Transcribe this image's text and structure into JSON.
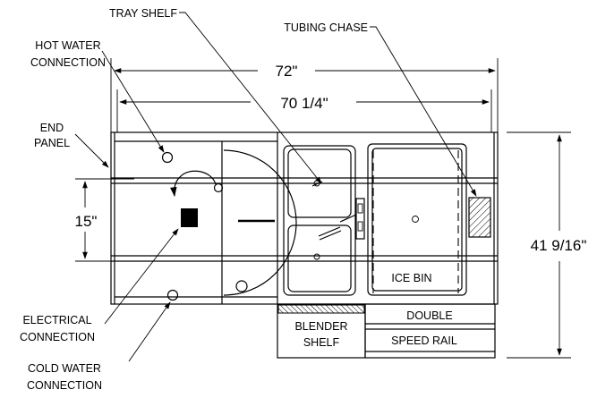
{
  "callouts": {
    "tray_shelf": "TRAY SHELF",
    "tubing_chase": "TUBING CHASE",
    "hot_water_line1": "HOT WATER",
    "hot_water_line2": "CONNECTION",
    "end_panel_line1": "END",
    "end_panel_line2": "PANEL",
    "electrical_line1": "ELECTRICAL",
    "electrical_line2": "CONNECTION",
    "cold_water_line1": "COLD WATER",
    "cold_water_line2": "CONNECTION"
  },
  "dimensions": {
    "overall_width": "72\"",
    "inner_width": "70 1/4\"",
    "depth": "41 9/16\"",
    "connection_spacing": "15\""
  },
  "sections": {
    "ice_bin": "ICE BIN",
    "blender_shelf_line1": "BLENDER",
    "blender_shelf_line2": "SHELF",
    "double_rail_line1": "DOUBLE",
    "double_rail_line2": "SPEED RAIL"
  }
}
